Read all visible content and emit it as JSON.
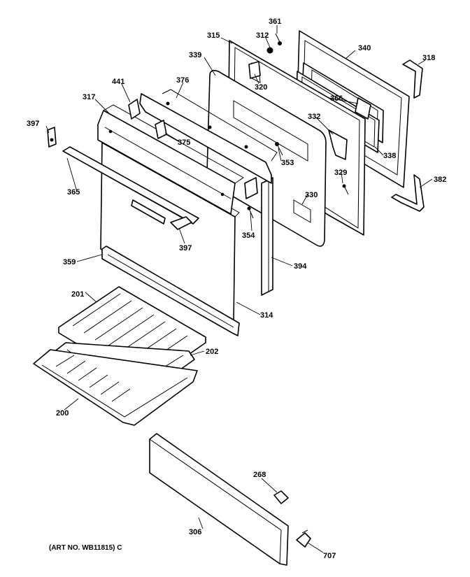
{
  "labels": {
    "p361": "361",
    "p312": "312",
    "p315": "315",
    "p340": "340",
    "p318": "318",
    "p339": "339",
    "p320": "320",
    "p441": "441",
    "p376": "376",
    "p317": "317",
    "p366": "366",
    "p332": "332",
    "p397a": "397",
    "p375": "375",
    "p338": "338",
    "p353": "353",
    "p329": "329",
    "p382": "382",
    "p365": "365",
    "p330": "330",
    "p354": "354",
    "p397b": "397",
    "p359": "359",
    "p394": "394",
    "p201": "201",
    "p314": "314",
    "p202": "202",
    "p200": "200",
    "p268": "268",
    "p306": "306",
    "p707": "707"
  },
  "art_number": "(ART NO. WB11815) C"
}
